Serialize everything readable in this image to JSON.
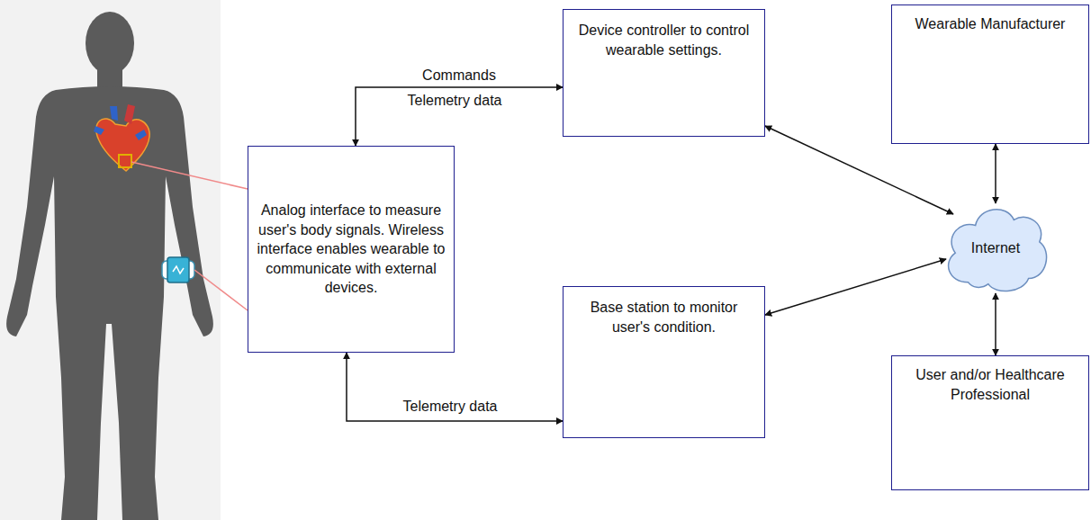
{
  "diagram": {
    "nodes": [
      {
        "text": [
          "Analog interface to measure user's body signals. Wireless interface enables wearable to communicate with external devices."
        ]
      },
      {
        "text": [
          "Device controller to control wearable settings."
        ]
      },
      {
        "text": [
          "Base station to monitor user's condition."
        ]
      },
      {
        "text": [
          "Wearable Manufacturer"
        ]
      },
      {
        "text": [
          "Internet"
        ]
      },
      {
        "text": [
          "User and/or Healthcare Professional"
        ]
      }
    ],
    "edges": [
      {
        "from": 0,
        "to": 1,
        "label": "Commands",
        "arrow": "both"
      },
      {
        "from": 0,
        "to": 2,
        "label": "Telemetry data",
        "arrow": "both"
      },
      {
        "from": 1,
        "to": 4,
        "arrow": "both"
      },
      {
        "from": 2,
        "to": 4,
        "arrow": "both"
      },
      {
        "from": 3,
        "to": 4,
        "arrow": "both"
      },
      {
        "from": 4,
        "to": 5,
        "arrow": "both"
      }
    ],
    "labels": [
      "Telemetry data"
    ]
  }
}
